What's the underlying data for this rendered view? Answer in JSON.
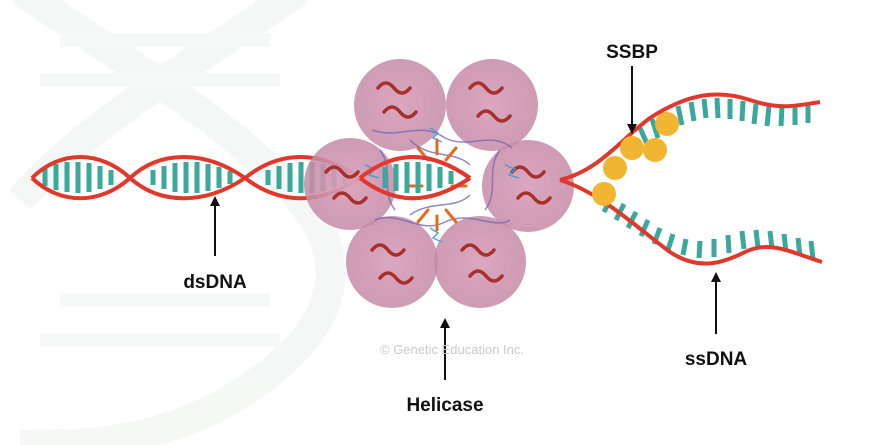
{
  "labels": {
    "ssbp": "SSBP",
    "dsdna": "dsDNA",
    "helicase": "Helicase",
    "ssdna": "ssDNA"
  },
  "watermark": "© Genetic Education Inc.",
  "colors": {
    "backbone": "#e0392b",
    "base_pair": "#3aa89a",
    "helicase_lobe": "#c98aa8",
    "helicase_helix": "#a8302a",
    "ssbp": "#f2b531",
    "arrow": "#111111",
    "watermark": "#c9c9c9"
  }
}
